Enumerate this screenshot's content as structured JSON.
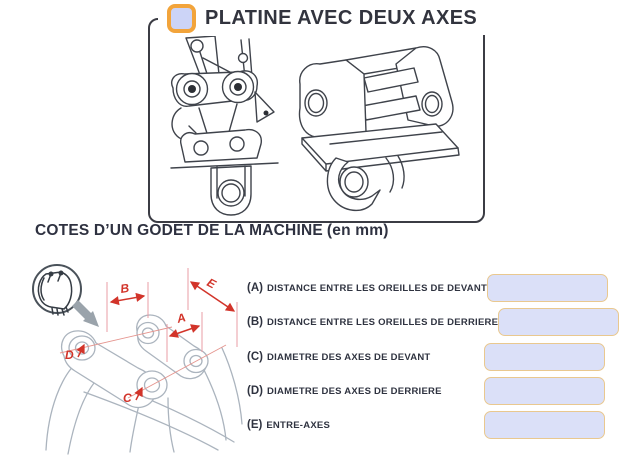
{
  "panel": {
    "title": "PLATINE AVEC DEUX AXES"
  },
  "section": {
    "heading": "COTES D’UN GODET DE LA MACHINE",
    "unit": "(en mm)"
  },
  "form": {
    "rows": [
      {
        "prefix": "(A)",
        "label": "DISTANCE ENTRE LES OREILLES DE DEVANT",
        "value": ""
      },
      {
        "prefix": "(B)",
        "label": "DISTANCE ENTRE LES OREILLES DE DERRIERE",
        "value": ""
      },
      {
        "prefix": "(C)",
        "label": "DIAMETRE DES AXES DE DEVANT",
        "value": ""
      },
      {
        "prefix": "(D)",
        "label": "DIAMETRE DES AXES DE DERRIERE",
        "value": ""
      },
      {
        "prefix": "(E)",
        "label": "ENTRE-AXES",
        "value": ""
      }
    ]
  },
  "diagram": {
    "dim_a": "A",
    "dim_b": "B",
    "dim_c": "C",
    "dim_d": "D",
    "dim_e": "E"
  },
  "colors": {
    "accent_orange": "#F2A43B",
    "field_fill": "#DBE0F8",
    "field_border": "#E9C88F",
    "dimension_red": "#D2342A",
    "ink": "#32343E",
    "drawing_gray": "#ABB4BE"
  }
}
